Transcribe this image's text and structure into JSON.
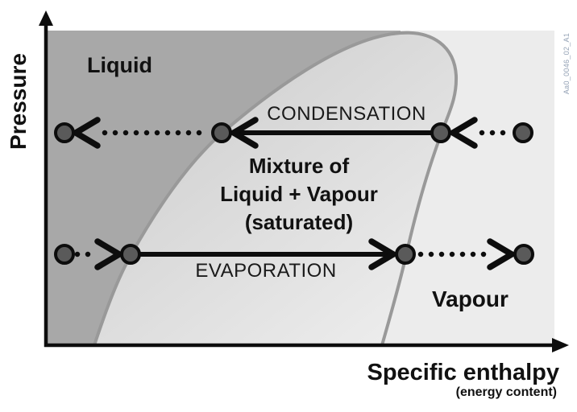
{
  "axes": {
    "y_label": "Pressure",
    "x_label": "Specific enthalpy",
    "x_sublabel": "(energy content)"
  },
  "regions": {
    "liquid_label": "Liquid",
    "vapour_label": "Vapour",
    "mixture_label_line1": "Mixture of",
    "mixture_label_line2": "Liquid + Vapour",
    "mixture_label_line3": "(saturated)"
  },
  "processes": {
    "condensation_label": "CONDENSATION",
    "evaporation_label": "EVAPORATION"
  },
  "figure_id": "Aa0_0046_02_A1",
  "colors": {
    "background": "#ffffff",
    "liquid_region": "#a8a8a8",
    "mixture_region_gradient_start": "#c9c9c9",
    "mixture_region_gradient_end": "#eeeeee",
    "vapour_region": "#ececec",
    "dome_outline": "#999999",
    "state_point_fill": "#5a5a5a",
    "state_point_ring": "#0d0d0d",
    "arrow_ink": "#0d0d0d",
    "text_ink": "#111111",
    "figure_id_color": "#93a1b5"
  }
}
